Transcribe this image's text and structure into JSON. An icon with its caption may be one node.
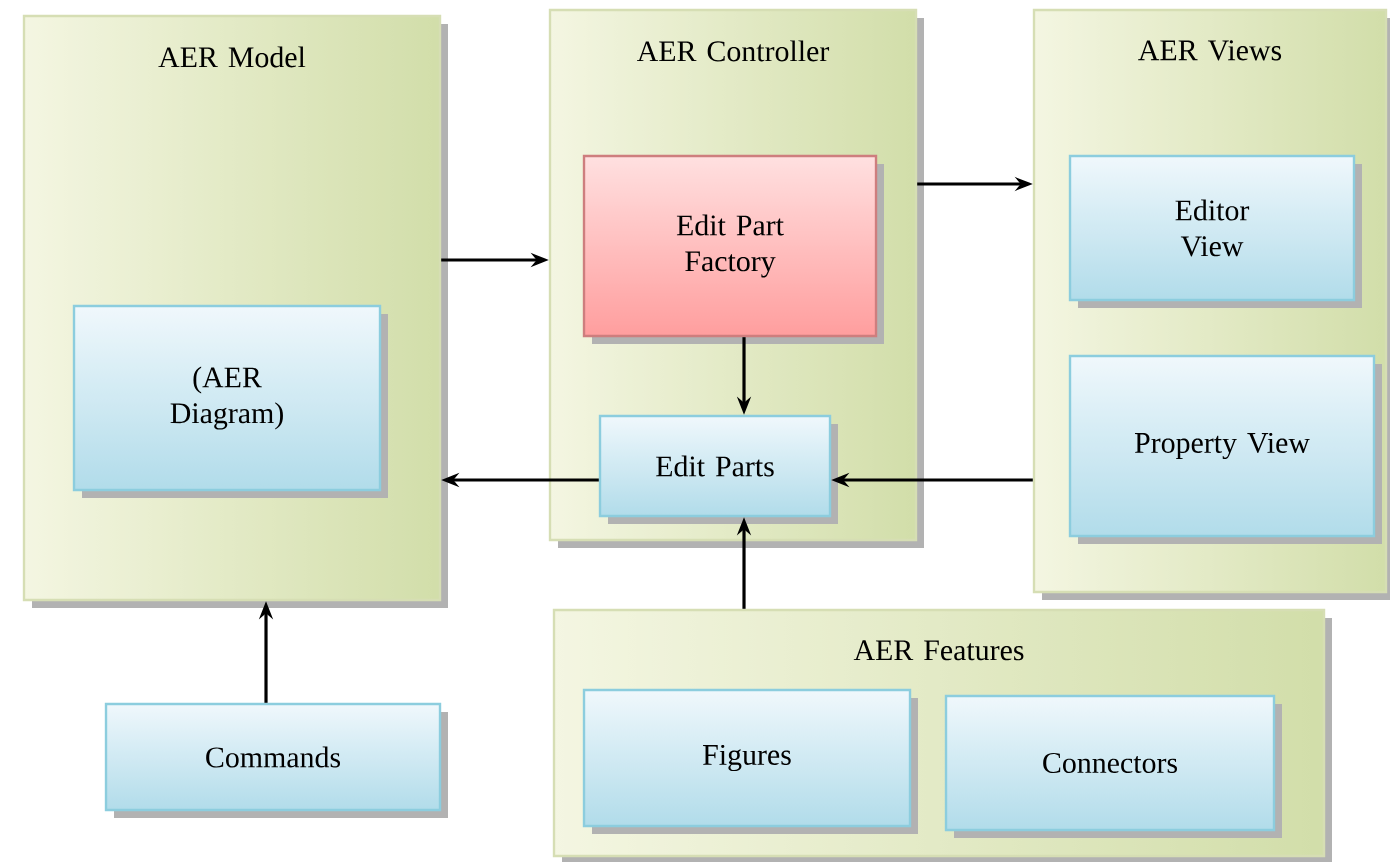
{
  "diagram": {
    "nodes": [
      {
        "text": [
          "AER Model"
        ]
      },
      {
        "text": [
          "(AER Diagram)"
        ],
        "in": 0
      },
      {
        "text": [
          "AER Controller"
        ]
      },
      {
        "text": [
          "Edit Part Factory"
        ],
        "in": 2
      },
      {
        "text": [
          "Edit Parts"
        ],
        "in": 2
      },
      {
        "text": [
          "AER Views"
        ]
      },
      {
        "text": [
          "Editor View"
        ],
        "in": 5
      },
      {
        "text": [
          "Property View"
        ],
        "in": 5
      },
      {
        "text": [
          "AER Features"
        ]
      },
      {
        "text": [
          "Figures"
        ],
        "in": 8
      },
      {
        "text": [
          "Connectors"
        ],
        "in": 8
      },
      {
        "text": [
          "Commands"
        ]
      }
    ],
    "edges": [
      {
        "from": 0,
        "to": 2,
        "arrow": "to"
      },
      {
        "from": 2,
        "to": 5,
        "arrow": "to"
      },
      {
        "from": 3,
        "to": 4,
        "arrow": "to"
      },
      {
        "from": 5,
        "to": 4,
        "arrow": "to"
      },
      {
        "from": 4,
        "to": 0,
        "arrow": "to"
      },
      {
        "from": 8,
        "to": 4,
        "arrow": "to"
      },
      {
        "from": 11,
        "to": 0,
        "arrow": "to"
      }
    ]
  }
}
